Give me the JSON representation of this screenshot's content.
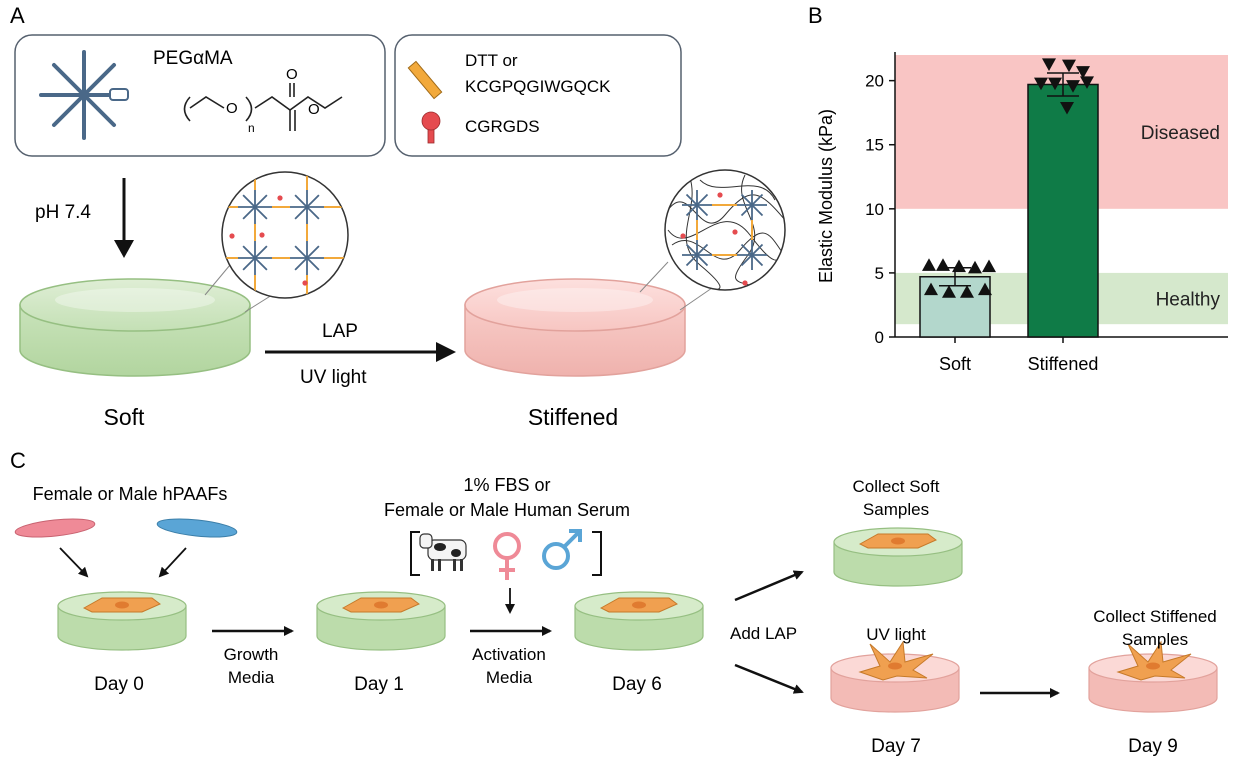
{
  "panels": {
    "a": {
      "letter": "A",
      "polymer_name": "PEGαMA",
      "subscript_n": "n",
      "carbonyl_o": "O",
      "ester_o": "O",
      "ether_o": "O",
      "crosslinker_line1": "DTT or",
      "crosslinker_line2": "KCGPQGIWGQCK",
      "adhesion_peptide": "CGRGDS",
      "ph_label": "pH 7.4",
      "arrow_top_label": "LAP",
      "arrow_bottom_label": "UV light",
      "soft_label": "Soft",
      "stiffened_label": "Stiffened"
    },
    "b": {
      "letter": "B"
    },
    "c": {
      "letter": "C",
      "cells_label": "Female or Male hPAAFs",
      "serum_line1": "1% FBS or",
      "serum_line2": "Female or Male Human Serum",
      "day0": "Day 0",
      "day1": "Day 1",
      "day6": "Day 6",
      "day7": "Day 7",
      "day9": "Day 9",
      "growth_line1": "Growth",
      "growth_line2": "Media",
      "activation_line1": "Activation",
      "activation_line2": "Media",
      "add_lap": "Add LAP",
      "uv_light": "UV light",
      "collect_soft_line1": "Collect Soft",
      "collect_soft_line2": "Samples",
      "collect_stiff_line1": "Collect Stiffened",
      "collect_stiff_line2": "Samples"
    }
  },
  "chart_data": {
    "type": "bar",
    "categories": [
      "Soft",
      "Stiffened"
    ],
    "values": [
      4.7,
      19.7
    ],
    "errors": [
      0.7,
      0.9
    ],
    "ylabel": "Elastic Modulus (kPa)",
    "ylim": [
      0,
      22
    ],
    "yticks": [
      0,
      5,
      10,
      15,
      20
    ],
    "bands": [
      {
        "label": "Diseased",
        "from": 10,
        "to": 22,
        "color": "#f9c5c4"
      },
      {
        "label": "Healthy",
        "from": 1,
        "to": 5,
        "color": "#d5e8cc"
      }
    ],
    "bar_colors": [
      "#b3d7cc",
      "#0f7b47"
    ],
    "points": [
      {
        "category": "Soft",
        "marker": "triangle-up",
        "values": [
          5.6,
          5.6,
          5.5,
          5.4,
          5.5,
          3.7,
          3.5,
          3.5,
          3.7
        ]
      },
      {
        "category": "Stiffened",
        "marker": "triangle-down",
        "values": [
          21.3,
          21.2,
          20.7,
          19.8,
          19.8,
          19.6,
          19.9,
          17.9
        ]
      }
    ]
  },
  "colors": {
    "soft_gel": "#cfe6c2",
    "stiff_gel": "#f8c9c6",
    "arm_blue": "#4a6888",
    "crosslink_orange": "#f2a93b",
    "rgd_red": "#e54b4f",
    "female_pink": "#ef8a97",
    "male_blue": "#5aa5d6",
    "cell_orange": "#f0a050"
  }
}
